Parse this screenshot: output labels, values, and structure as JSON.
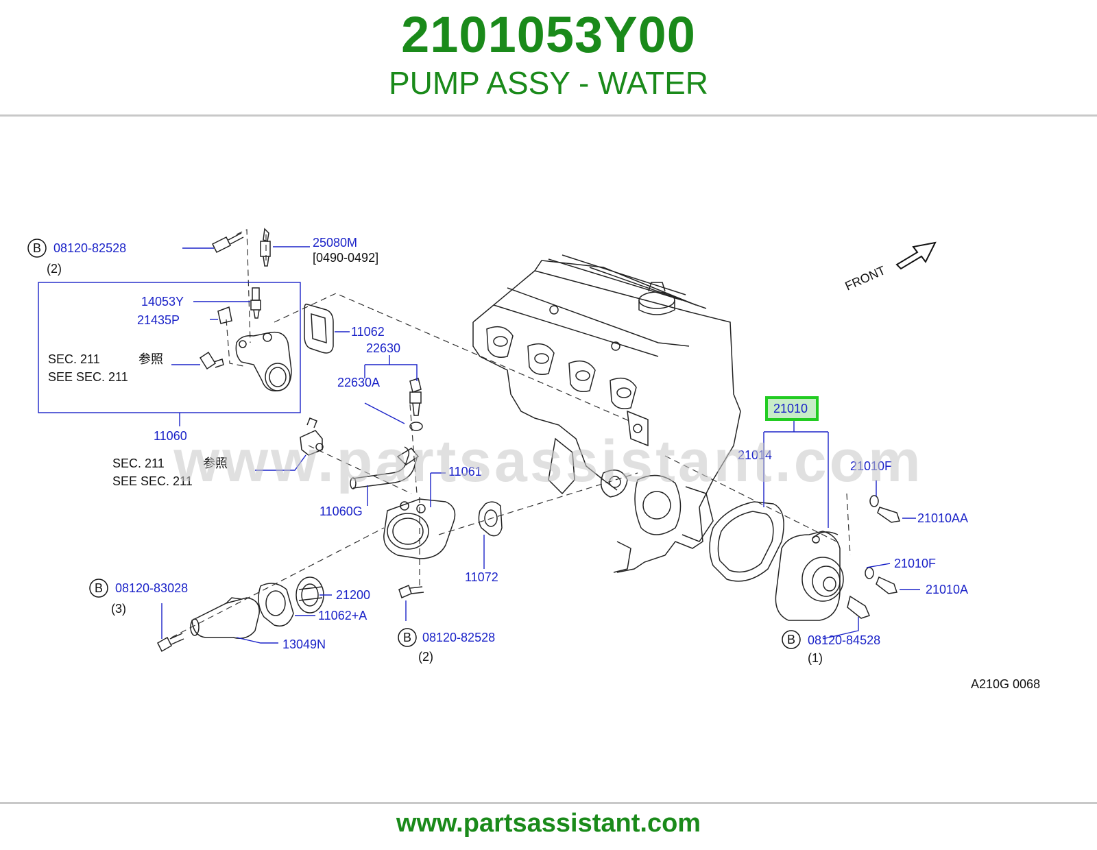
{
  "header": {
    "part_number": "2101053Y00",
    "part_name": "PUMP ASSY - WATER"
  },
  "watermark": "www.partsassistant.com",
  "footer": {
    "url": "www.partsassistant.com"
  },
  "diagram": {
    "front_label": "FRONT",
    "diagram_code": "A210G  0068",
    "highlight_color": "#22cc22",
    "label_color": "#1a22c8",
    "brand_color": "#1a8a1a",
    "bolt_marker": "B",
    "labels": {
      "b_08120_82528_top": "08120-82528",
      "qty_2_top": "(2)",
      "p25080M": "25080M",
      "p25080M_range": "[0490-0492]",
      "p14053Y": "14053Y",
      "p21435P": "21435P",
      "sec_211_jp_1": "SEC.   211",
      "ref_jp_1": "参照",
      "see_sec_211_1": "SEE   SEC.   211",
      "p11062_top": "11062",
      "p22630": "22630",
      "p22630A": "22630A",
      "p11060": "11060",
      "sec_211_jp_2": "SEC.   211",
      "ref_jp_2": "参照",
      "see_sec_211_2": "SEE   SEC.   211",
      "p11061": "11061",
      "p11060G": "11060G",
      "p21010": "21010",
      "p21014": "21014",
      "p21010F_top": "21010F",
      "p21010AA": "21010AA",
      "p21010F_bottom": "21010F",
      "p21010A": "21010A",
      "b_08120_83028": "08120-83028",
      "qty_3": "(3)",
      "p21200": "21200",
      "p11062A": "11062+A",
      "p13049N": "13049N",
      "p11072": "11072",
      "b_08120_82528_bottom": "08120-82528",
      "qty_2_bottom": "(2)",
      "b_08120_84528": "08120-84528",
      "qty_1": "(1)"
    }
  }
}
